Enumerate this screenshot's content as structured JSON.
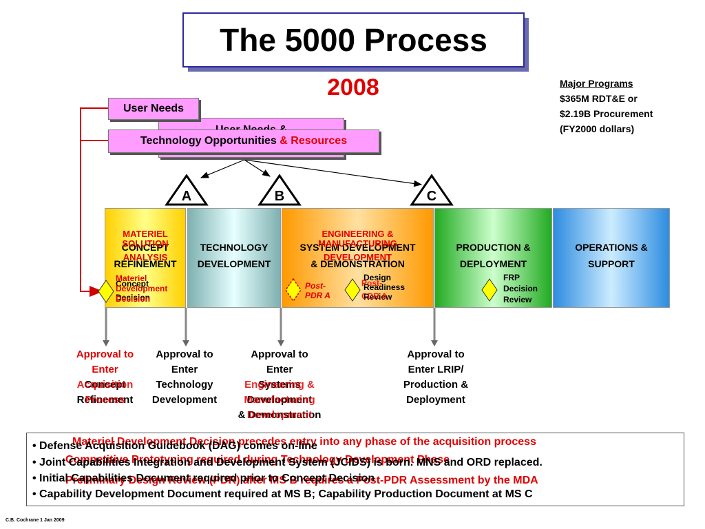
{
  "title": "The 5000 Process",
  "year": "2008",
  "major_programs": {
    "heading": "Major Programs",
    "lines": [
      "$365M RDT&E or",
      "$2.19B Procurement",
      "(FY2000 dollars)"
    ]
  },
  "needs": {
    "user_needs": "User Needs",
    "user_needs_back": "User Needs &",
    "tech_opp_prefix": "Technology Opportunities",
    "tech_opp_suffix": "& Resources"
  },
  "milestones": [
    "A",
    "B",
    "C"
  ],
  "phases": [
    {
      "id": "concept",
      "line1": "CONCEPT",
      "line2": "REFINEMENT",
      "overlay1": "MATERIEL",
      "overlay2": "SOLUTION",
      "overlay3": "ANALYSIS"
    },
    {
      "id": "tech",
      "line1": "TECHNOLOGY",
      "line2": "DEVELOPMENT"
    },
    {
      "id": "sdd",
      "line1": "SYSTEM DEVELOPMENT",
      "line2": "& DEMONSTRATION",
      "overlay1": "ENGINEERING &",
      "overlay2": "MANUFACTURING",
      "overlay3": "DEVELOPMENT"
    },
    {
      "id": "prod",
      "line1": "PRODUCTION &",
      "line2": "DEPLOYMENT"
    },
    {
      "id": "ops",
      "line1": "OPERATIONS &",
      "line2": "SUPPORT"
    }
  ],
  "decisions": {
    "concept_1": "Concept",
    "concept_2": "Decision",
    "materiel_1": "Materiel",
    "materiel_2": "Development",
    "materiel_3": "Decision",
    "post_pdr_1": "Post-",
    "post_pdr_2": "PDR A",
    "design_1": "Design",
    "design_2": "Readiness",
    "design_3": "Review",
    "post_cdr_1": "Post-",
    "post_cdr_2": "CDR A",
    "frp_1": "FRP",
    "frp_2": "Decision",
    "frp_3": "Review"
  },
  "approvals": {
    "a1": {
      "l1": "Approval to",
      "l2": "Enter",
      "l3": "Concept",
      "l4": "Refinement",
      "r3": "Acquisition",
      "r4": "Process"
    },
    "a2": {
      "l1": "Approval to",
      "l2": "Enter",
      "l3": "Technology",
      "l4": "Development"
    },
    "a3": {
      "l1": "Approval to",
      "l2": "Enter",
      "l3": "Systems",
      "l4": "Development",
      "l5": "& Demonstration",
      "r3": "Engineering &",
      "r4": "Manufacturing",
      "r5": "Development"
    },
    "a4": {
      "l1": "Approval to",
      "l2": "Enter LRIP/",
      "l3": "Production &",
      "l4": "Deployment"
    }
  },
  "notes": {
    "black": [
      "Defense Acquisition Guidebook (DAG) comes on-line",
      "Joint Capabilities Integration and Development System (JCIDS) is born. MNS and ORD replaced.",
      "Initial Capabilities Document required prior to Concept Decision",
      "Capability Development Document required at MS B; Capability Production Document at MS C"
    ],
    "red": [
      "Materiel Development Decision precedes entry into any phase of the acquisition process",
      "Competitive Prototyping required during Technology Development Phase",
      "Preliminary Design Review (PDR) after MS B requires a Post-PDR Assessment by the MDA"
    ]
  },
  "footer": "C.B. Cochrane 1 Jan 2009",
  "colors": {
    "accent_red": "#e00000",
    "pink": "#ff9cff",
    "title_border": "#2a2a9a"
  }
}
